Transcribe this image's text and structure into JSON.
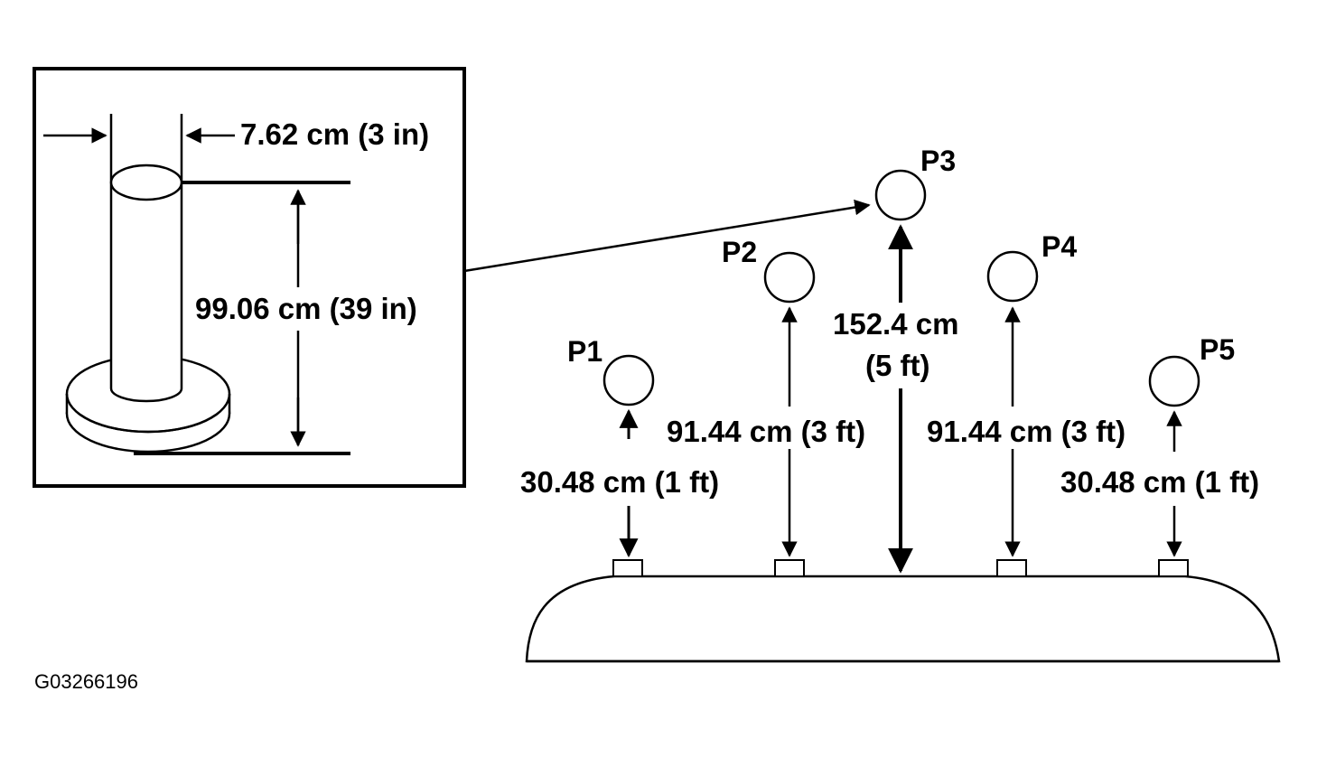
{
  "inset": {
    "diameter_label": "7.62 cm (3 in)",
    "height_label": "99.06 cm (39 in)"
  },
  "points": [
    {
      "id": "P1",
      "height_label": "30.48 cm (1 ft)"
    },
    {
      "id": "P2",
      "height_label": "91.44 cm (3 ft)"
    },
    {
      "id": "P3",
      "height_label_line1": "152.4 cm",
      "height_label_line2": "(5 ft)"
    },
    {
      "id": "P4",
      "height_label": "91.44 cm (3 ft)"
    },
    {
      "id": "P5",
      "height_label": "30.48 cm (1 ft)"
    }
  ],
  "figure_code": "G03266196",
  "colors": {
    "ink": "#000000",
    "background": "#ffffff"
  }
}
